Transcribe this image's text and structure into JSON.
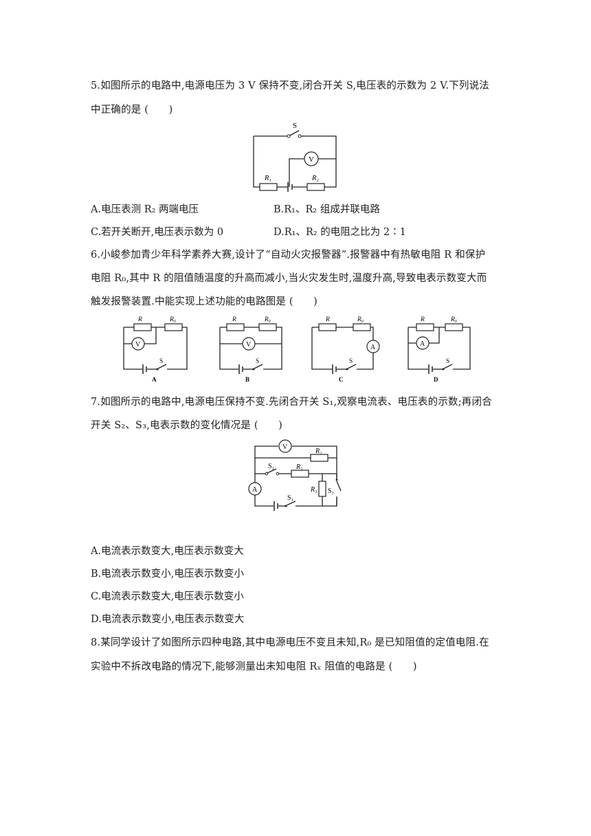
{
  "q5": {
    "stem_line1": "5.如图所示的电路中,电源电压为 3 V 保持不变,闭合开关 S,电压表的示数为 2 V.下列说法",
    "stem_line2": "中正确的是  (　　)",
    "figure_labels": {
      "switch": "S",
      "meter": "V",
      "r1": "R₁",
      "r2": "R₂"
    },
    "options": {
      "A": "A.电压表测 R₂ 两端电压",
      "B": "B.R₁、R₂ 组成并联电路",
      "C": "C.若开关断开,电压表示数为 0",
      "D": "D.R₁、R₂ 的电阻之比为 2∶1"
    }
  },
  "q6": {
    "stem_line1": "6.小峻参加青少年科学素养大赛,设计了“自动火灾报警器”.报警器中有热敏电阻 R 和保护",
    "stem_line2": "电阻 R₀,其中 R 的阻值随温度的升高而减小,当火灾发生时,温度升高,导致电表示数变大而",
    "stem_line3": "触发报警装置.中能实现上述功能的电路图是 (　　)",
    "circuits": [
      {
        "label": "A",
        "r": "R",
        "r0": "R₀",
        "meter": "V",
        "switch": "S"
      },
      {
        "label": "B",
        "r": "R",
        "r0": "R₀",
        "meter": "V",
        "switch": "S"
      },
      {
        "label": "C",
        "r": "R",
        "r0": "R₀",
        "meter": "A",
        "switch": "S"
      },
      {
        "label": "D",
        "r": "R",
        "r0": "R₀",
        "meter": "A",
        "switch": "S"
      }
    ]
  },
  "q7": {
    "stem_line1": "7.如图所示的电路中,电源电压保持不变.先闭合开关 S₁,观察电流表、电压表的示数;再闭合",
    "stem_line2": "开关 S₂、S₃,电表示数的变化情况是  (　　)",
    "figure_labels": {
      "v": "V",
      "a": "A",
      "r1": "R₁",
      "r2": "R₂",
      "r3": "R₃",
      "s1": "S₁",
      "s2": "S₂",
      "s3": "S₃"
    },
    "options": {
      "A": "A.电流表示数变大,电压表示数变大",
      "B": "B.电流表示数变小,电压表示数变小",
      "C": "C.电流表示数变大,电压表示数变小",
      "D": "D.电流表示数变小,电压表示数变大"
    }
  },
  "q8": {
    "stem_line1": "8.某同学设计了如图所示四种电路,其中电源电压不变且未知,R₀ 是已知阻值的定值电阻.在",
    "stem_line2": "实验中不拆改电路的情况下,能够测量出未知电阻 Rₓ 阻值的电路是  (　　)"
  }
}
